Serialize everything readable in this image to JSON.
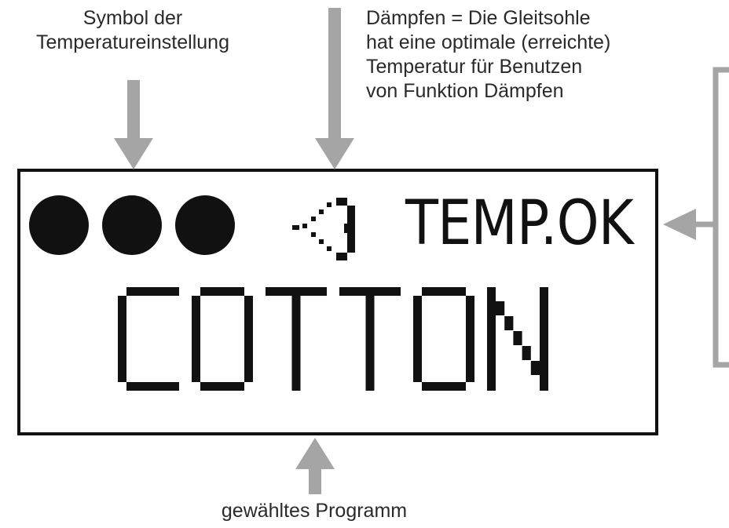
{
  "callouts": {
    "temperature_symbol": [
      "Symbol der",
      "Temperatureinstellung"
    ],
    "steam_ready": [
      "Dämpfen = Die Gleitsohle",
      "hat eine optimale (erreichte)",
      "Temperatur für Benutzen",
      "von Funktion Dämpfen"
    ],
    "selected_program": "gewähltes Programm"
  },
  "display": {
    "temperature_dots": 3,
    "temp_status": "TEMP.OK",
    "program": "COTTON"
  },
  "icons": {
    "temperature": "temperature-dot-icon",
    "steam": "steam-icon"
  },
  "colors": {
    "lcd_ink": "#111111",
    "arrow": "#a5a5a5",
    "text": "#2a2a2a"
  }
}
